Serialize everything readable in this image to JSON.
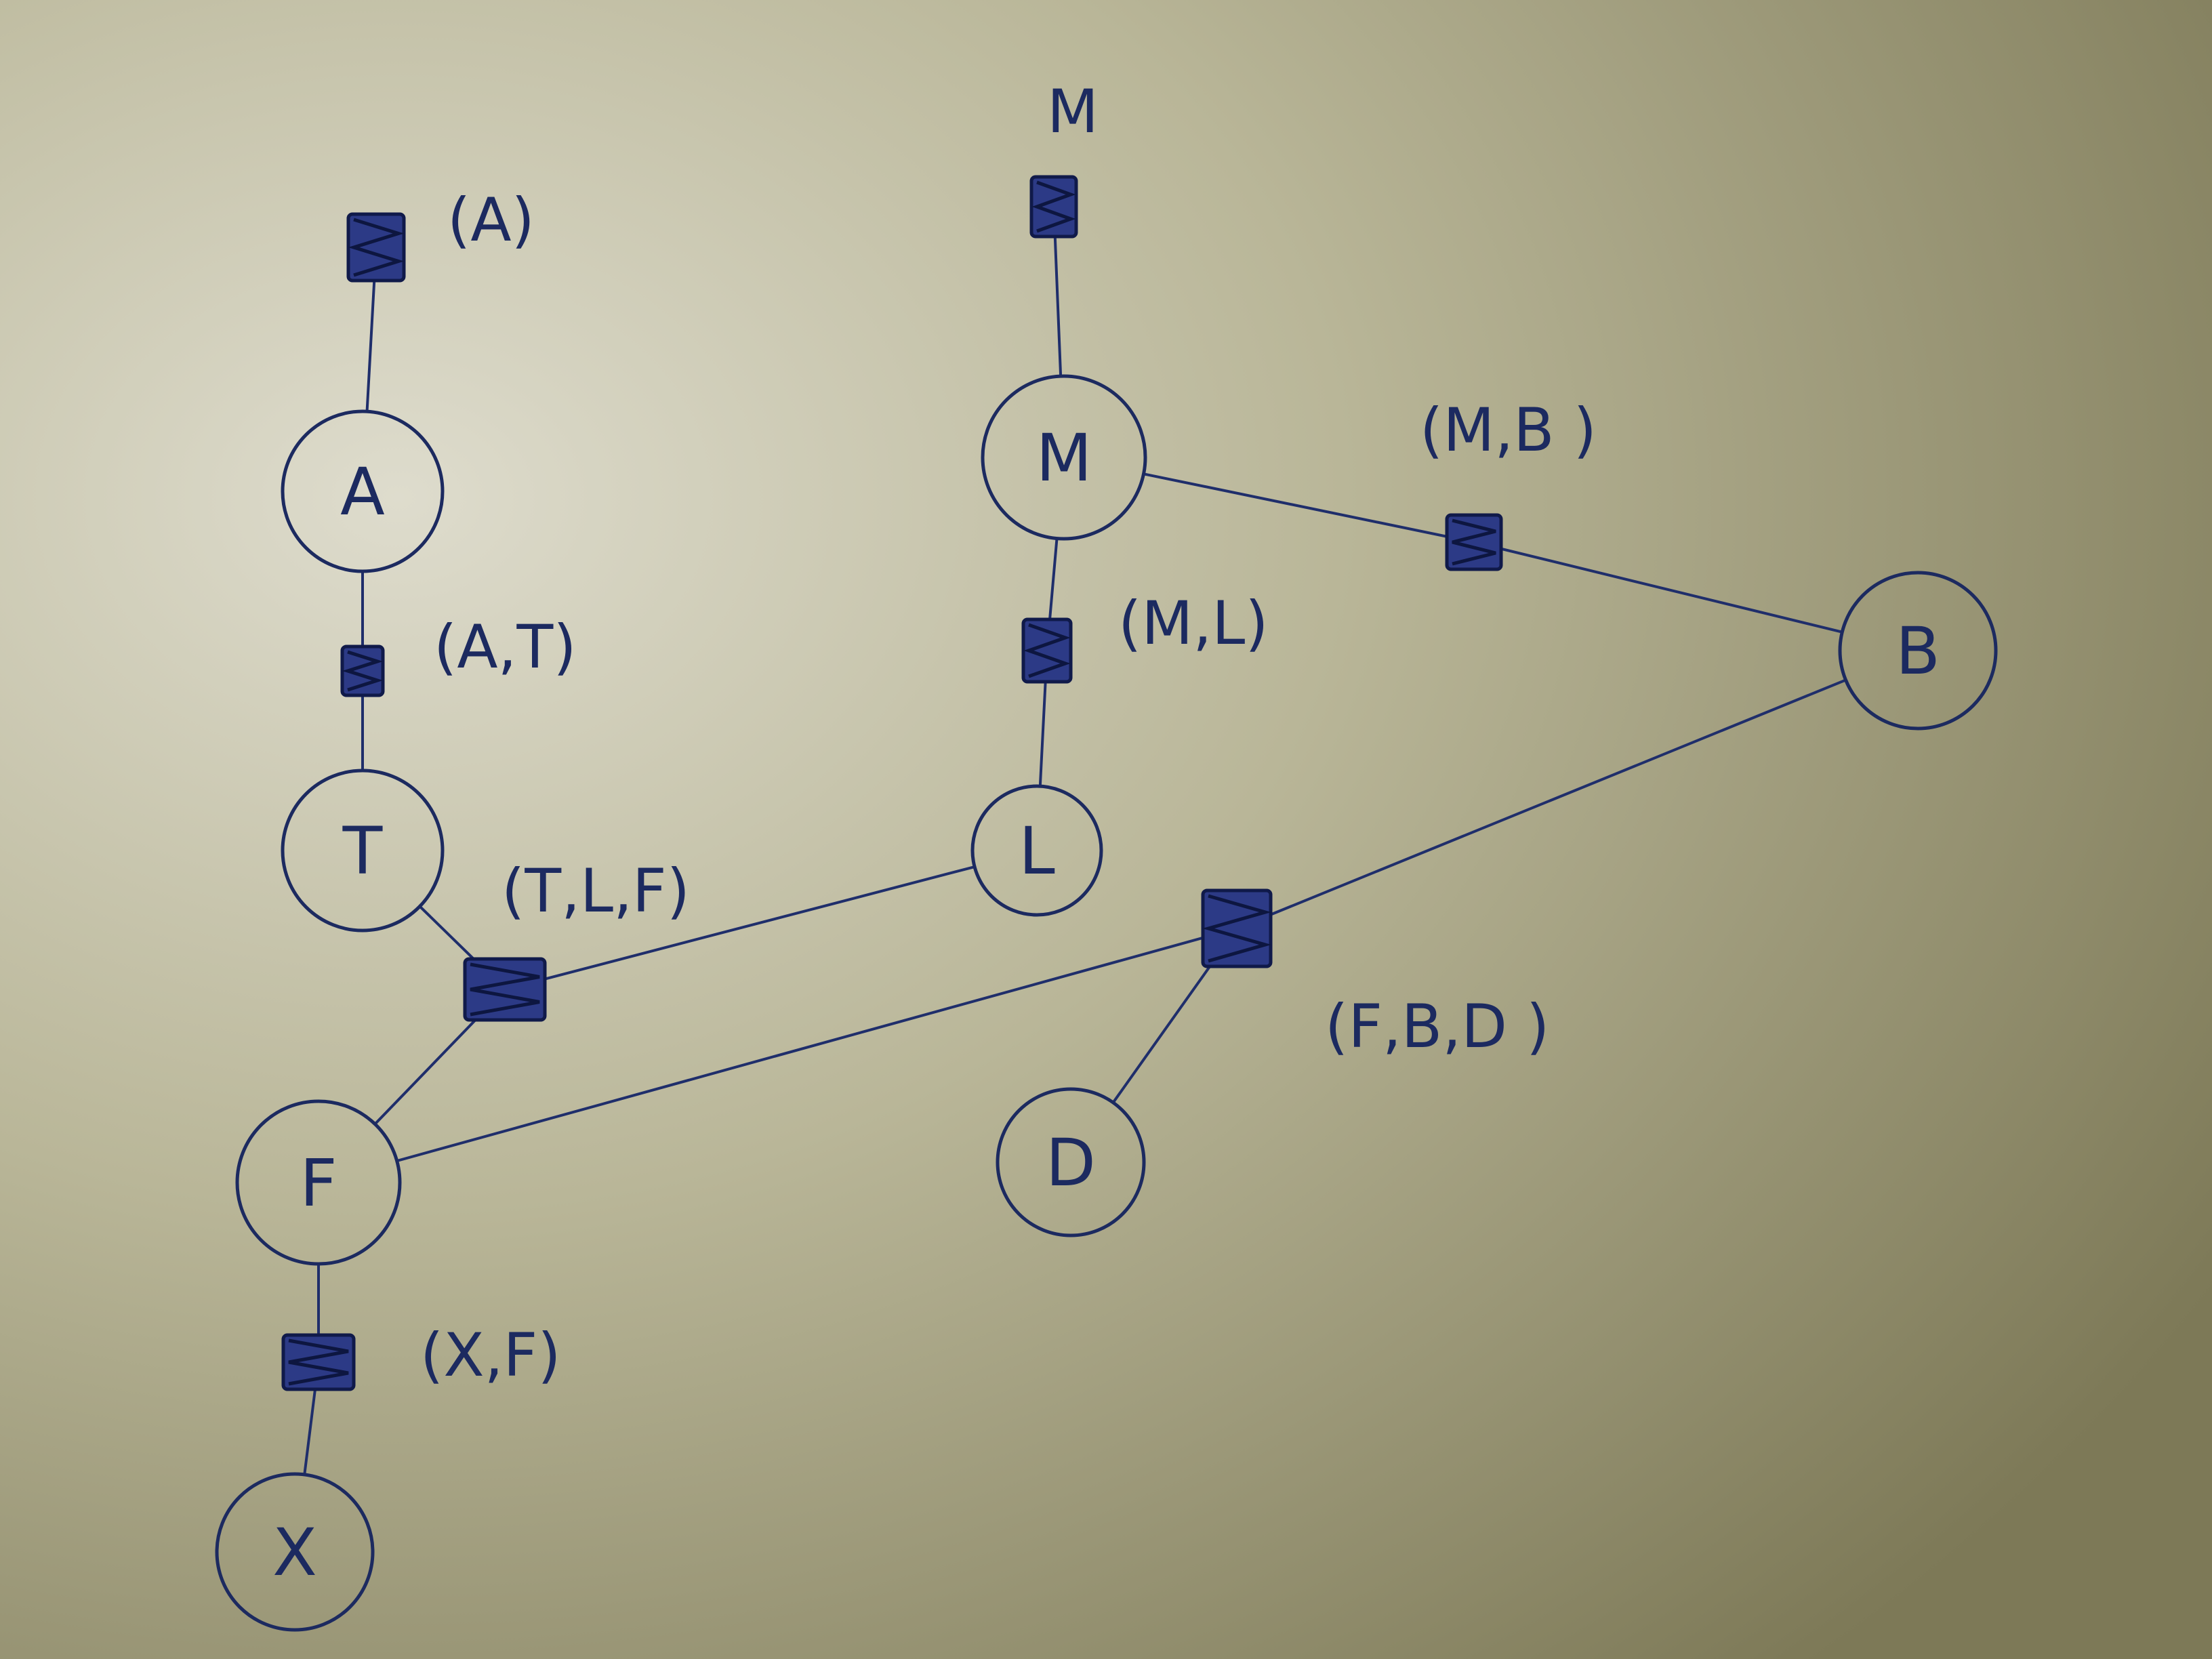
{
  "colors": {
    "ink": "#1c2a60",
    "factor_fill": "#2c3a86",
    "board_light": "#d8d6c6",
    "board_dark": "#7f7b5a"
  },
  "nodes": [
    {
      "id": "A",
      "label": "A"
    },
    {
      "id": "T",
      "label": "T"
    },
    {
      "id": "F",
      "label": "F"
    },
    {
      "id": "X",
      "label": "X"
    },
    {
      "id": "M",
      "label": "M"
    },
    {
      "id": "L",
      "label": "L"
    },
    {
      "id": "B",
      "label": "B"
    },
    {
      "id": "D",
      "label": "D"
    }
  ],
  "factors": [
    {
      "id": "f_A",
      "label": "(A)",
      "connects": [
        "A"
      ]
    },
    {
      "id": "f_AT",
      "label": "(A,T)",
      "connects": [
        "A",
        "T"
      ]
    },
    {
      "id": "f_TLF",
      "label": "(T,L,F)",
      "connects": [
        "T",
        "L",
        "F"
      ]
    },
    {
      "id": "f_XF",
      "label": "(X,F)",
      "connects": [
        "X",
        "F"
      ]
    },
    {
      "id": "f_M",
      "label": "M",
      "connects": [
        "M"
      ]
    },
    {
      "id": "f_ML",
      "label": "(M,L)",
      "connects": [
        "M",
        "L"
      ]
    },
    {
      "id": "f_MB",
      "label": "(M,B )",
      "connects": [
        "M",
        "B"
      ]
    },
    {
      "id": "f_FBD",
      "label": "(F,B,D )",
      "connects": [
        "F",
        "B",
        "D"
      ]
    }
  ]
}
